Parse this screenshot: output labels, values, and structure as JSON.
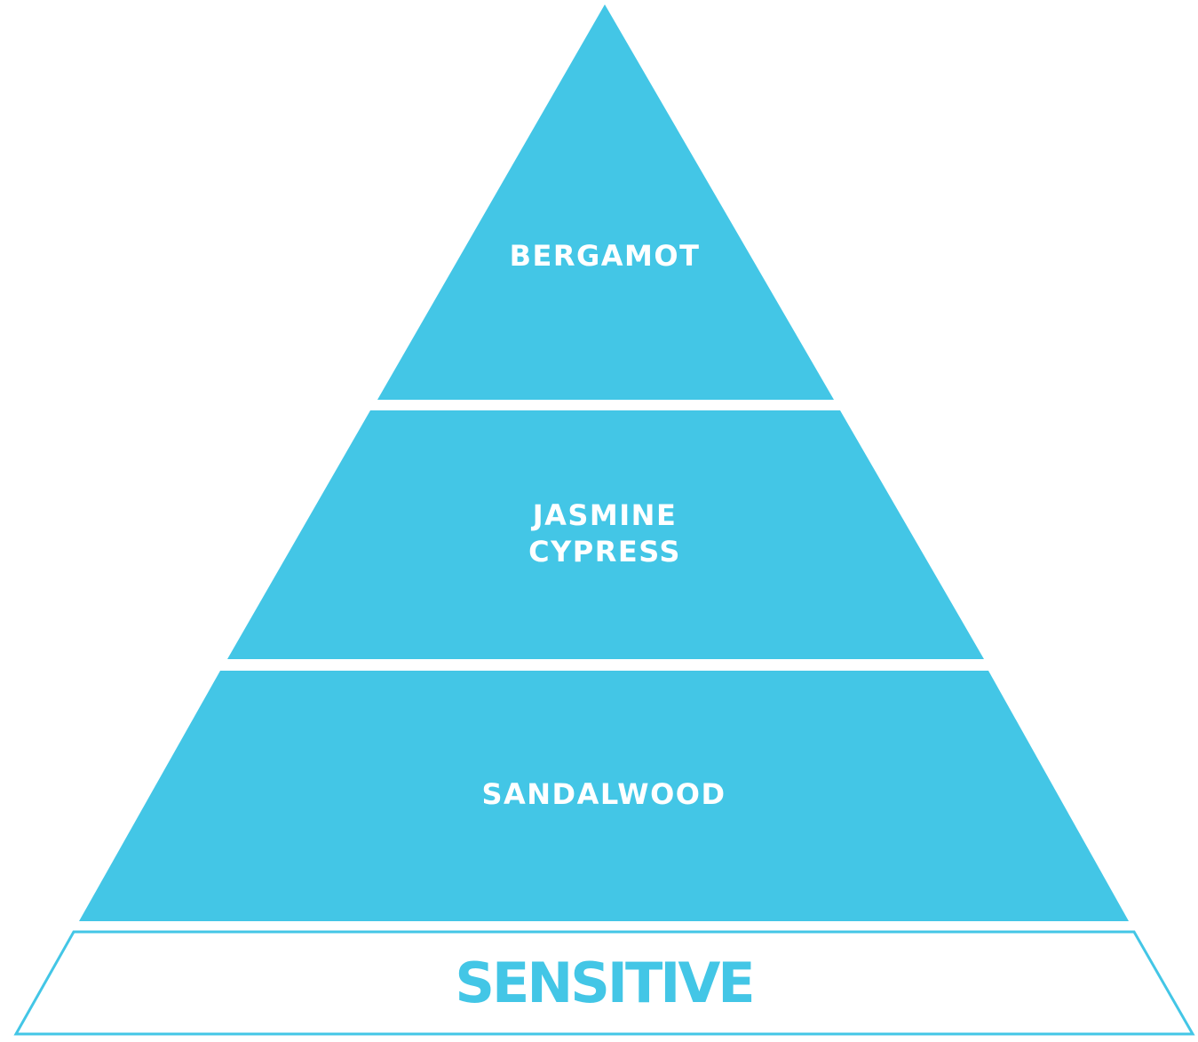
{
  "colors": {
    "tier_fill": "#43C6E6",
    "tier_text": "#FFFFFF",
    "base_fill": "#FFFFFF",
    "base_outline": "#43C6E6",
    "base_text": "#43C6E6"
  },
  "pyramid": {
    "top": {
      "line1": "BERGAMOT"
    },
    "middle": {
      "line1": "JASMINE",
      "line2": "CYPRESS"
    },
    "bottom": {
      "line1": "SANDALWOOD"
    },
    "base": {
      "label": "SENSITIVE"
    }
  }
}
